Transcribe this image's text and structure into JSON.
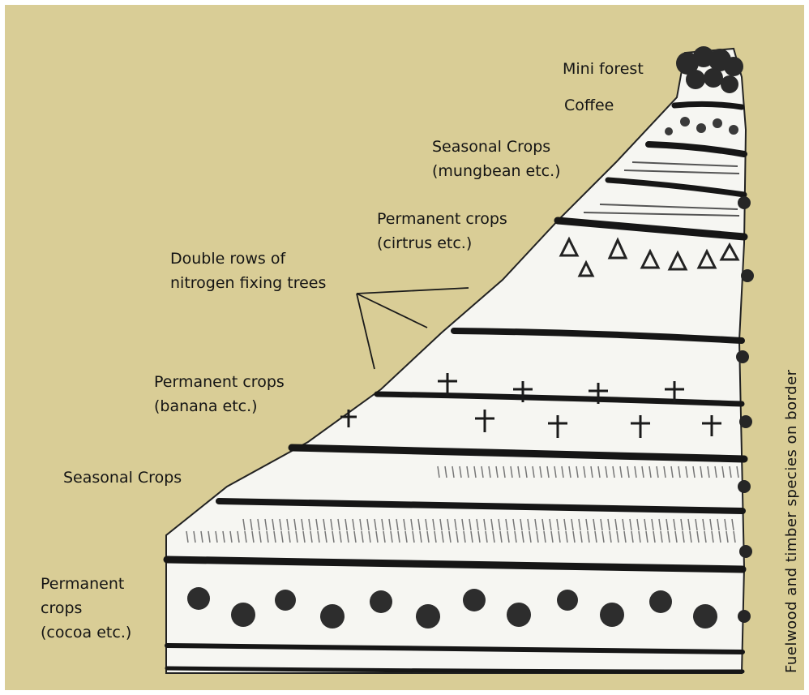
{
  "labels": {
    "mini_forest": "Mini forest",
    "coffee": "Coffee",
    "seasonal_top_1": "Seasonal Crops",
    "seasonal_top_2": "(mungbean etc.)",
    "perm_citrus_1": "Permanent crops",
    "perm_citrus_2": "(cirtrus etc.)",
    "double_rows_1": "Double rows of",
    "double_rows_2": "nitrogen fixing trees",
    "perm_banana_1": "Permanent crops",
    "perm_banana_2": "(banana etc.)",
    "seasonal_mid": "Seasonal Crops",
    "perm_cocoa_1": "Permanent",
    "perm_cocoa_2": "crops",
    "perm_cocoa_3": "(cocoa etc.)",
    "border": "Fuelwood and timber species on border"
  },
  "colors": {
    "background": "#d9cd96",
    "ink": "#141414",
    "field": "#f6f6f2"
  }
}
